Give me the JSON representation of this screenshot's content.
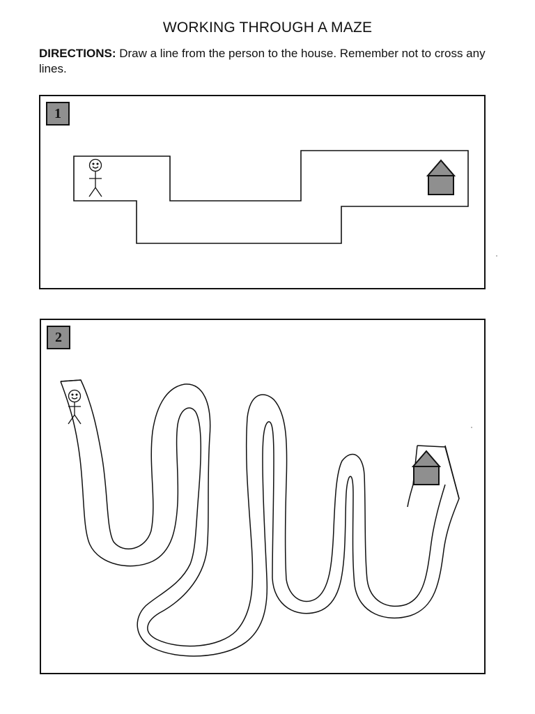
{
  "page": {
    "title": "WORKING THROUGH A MAZE",
    "directions": {
      "label": "DIRECTIONS:",
      "text": " Draw a line from the person to the house. Remember not to cross any lines."
    }
  },
  "mazes": [
    {
      "number": "1",
      "start_icon": "stick-figure-icon",
      "goal_icon": "house-icon"
    },
    {
      "number": "2",
      "start_icon": "stick-figure-icon",
      "goal_icon": "house-icon"
    }
  ],
  "colors": {
    "ink": "#111111",
    "badge_fill": "#8f8f8f",
    "house_fill": "#8f8f8f"
  }
}
